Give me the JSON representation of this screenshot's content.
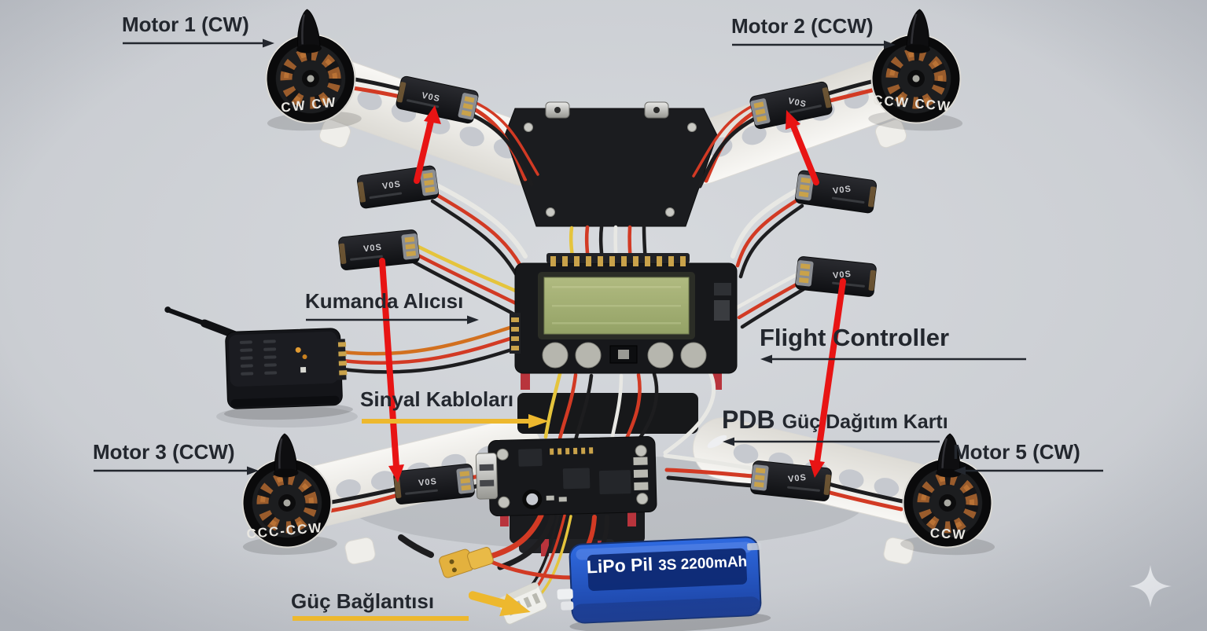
{
  "labels": {
    "motor1": "Motor 1 (CW)",
    "motor2": "Motor 2 (CCW)",
    "motor3": "Motor 3 (CCW)",
    "motor5": "Motor 5 (CW)",
    "receiver": "Kumanda Alıcısı",
    "flight_controller": "Flight Controller",
    "signal_wires": "Sinyal Kabloları",
    "pdb_abbr": "PDB",
    "pdb_name": "Güç Dağıtım Kartı",
    "power_connection": "Güç Bağlantısı"
  },
  "battery": {
    "name": "LiPo Pil",
    "spec": "3S 2200mAh"
  },
  "motor_markings": {
    "motor1": "CW CW",
    "motor2": "CCW CCW",
    "motor3": "CCC-CCW",
    "motor5": "CCW"
  },
  "esc_label": "V0S",
  "colors": {
    "annotation_red": "#e81414",
    "annotation_yellow": "#edb82e",
    "battery_blue": "#2457c5",
    "label_text": "#23272e"
  }
}
